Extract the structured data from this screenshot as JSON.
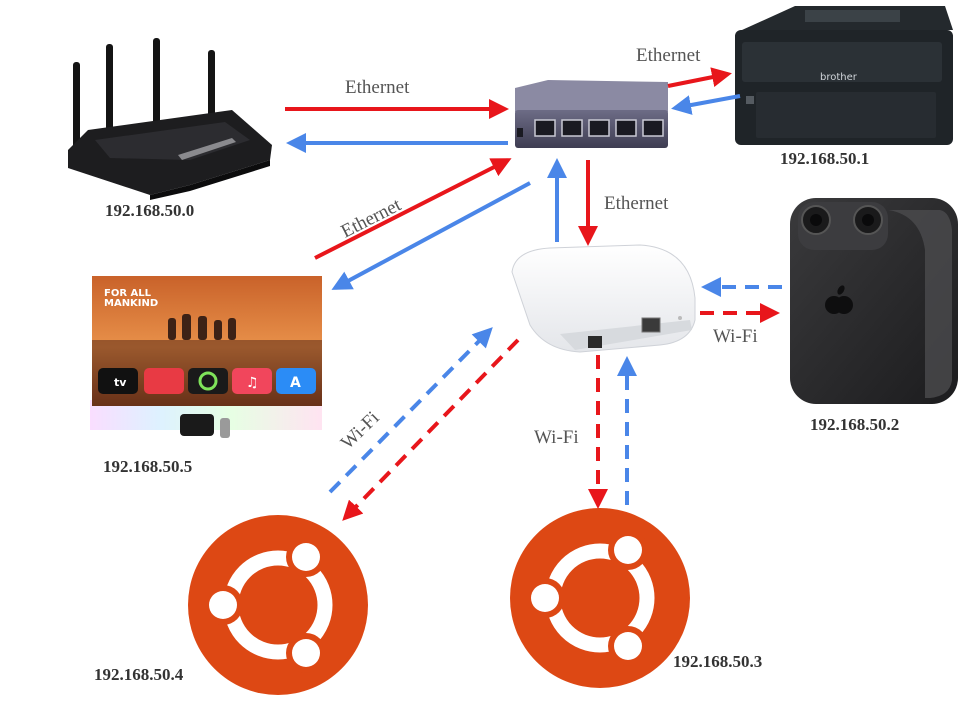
{
  "devices": {
    "router": {
      "ip": "192.168.50.0"
    },
    "printer": {
      "ip": "192.168.50.1",
      "brand": "brother"
    },
    "phone": {
      "ip": "192.168.50.2"
    },
    "ubuntu_right": {
      "ip": "192.168.50.3"
    },
    "ubuntu_left": {
      "ip": "192.168.50.4"
    },
    "apple_tv": {
      "ip": "192.168.50.5",
      "show_title_line1": "FOR ALL",
      "show_title_line2": "MANKIND",
      "tv_app": "tv"
    }
  },
  "links": {
    "router_switch": "Ethernet",
    "switch_printer": "Ethernet",
    "switch_tv": "Ethernet",
    "switch_ap": "Ethernet",
    "ap_phone": "Wi-Fi",
    "ap_ubuntu_left": "Wi-Fi",
    "ap_ubuntu_right": "Wi-Fi"
  },
  "colors": {
    "downlink": "#e8161b",
    "uplink": "#4a86e8",
    "ubuntu": "#dd4814"
  }
}
